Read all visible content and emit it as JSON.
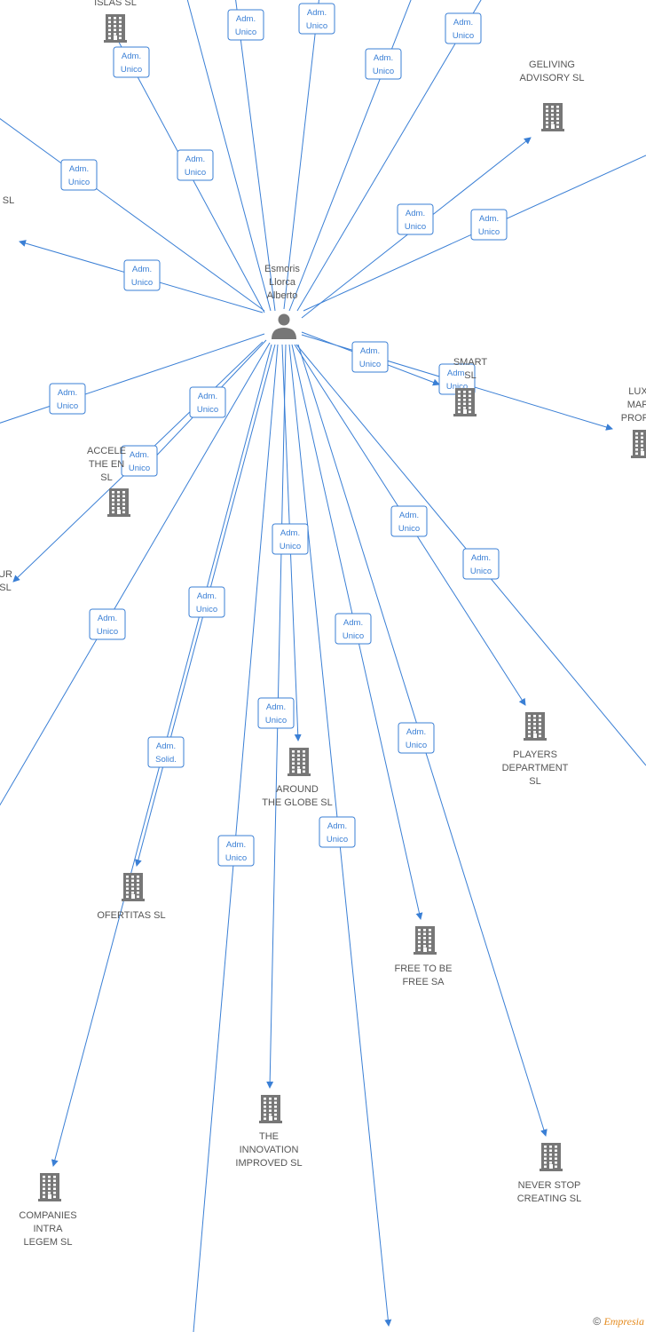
{
  "center": {
    "lines": [
      "Esmoris",
      "Llorca",
      "Alberto"
    ]
  },
  "companies": [
    {
      "id": "islas",
      "lines": [
        "ISLAS SL"
      ]
    },
    {
      "id": "geliving",
      "lines": [
        "GELIVING",
        "ADVISORY SL"
      ]
    },
    {
      "id": "r-sl",
      "lines": [
        "R SL"
      ]
    },
    {
      "id": "smart",
      "lines": [
        "SMART",
        "SL"
      ]
    },
    {
      "id": "lux",
      "lines": [
        "LUX",
        "MAR",
        "PROPE"
      ]
    },
    {
      "id": "accele",
      "lines": [
        "ACCELE",
        "THE EN",
        "SL"
      ]
    },
    {
      "id": "ur-sl",
      "lines": [
        "UR",
        "SL"
      ]
    },
    {
      "id": "players",
      "lines": [
        "PLAYERS",
        "DEPARTMENT",
        "SL"
      ]
    },
    {
      "id": "around",
      "lines": [
        "AROUND",
        "THE GLOBE SL"
      ]
    },
    {
      "id": "ofertitas",
      "lines": [
        "OFERTITAS SL"
      ]
    },
    {
      "id": "free",
      "lines": [
        "FREE TO BE",
        "FREE SA"
      ]
    },
    {
      "id": "innovation",
      "lines": [
        "THE",
        "INNOVATION",
        "IMPROVED SL"
      ]
    },
    {
      "id": "never",
      "lines": [
        "NEVER STOP",
        "CREATING SL"
      ]
    },
    {
      "id": "companies",
      "lines": [
        "COMPANIES",
        "INTRA",
        "LEGEM SL"
      ]
    }
  ],
  "edge_labels": [
    [
      "Adm.",
      "Unico"
    ],
    [
      "Adm.",
      "Unico"
    ],
    [
      "Adm.",
      "Unico"
    ],
    [
      "Adm.",
      "Unico"
    ],
    [
      "Adm.",
      "Unico"
    ],
    [
      "Adm.",
      "Unico"
    ],
    [
      "Adm.",
      "Unico"
    ],
    [
      "Adm.",
      "Unico"
    ],
    [
      "Adm.",
      "Unico"
    ],
    [
      "Adm.",
      "Unico"
    ],
    [
      "Adm.",
      "Unico"
    ],
    [
      "Adm.",
      "Unico"
    ],
    [
      "Adm.",
      "Unico"
    ],
    [
      "Adm.",
      "Unico"
    ],
    [
      "Adm.",
      "Unico"
    ],
    [
      "Adm.",
      "Unico"
    ],
    [
      "Adm.",
      "Unico"
    ],
    [
      "Adm.",
      "Unico"
    ],
    [
      "Adm.",
      "Unico"
    ],
    [
      "Adm.",
      "Unico"
    ],
    [
      "Adm.",
      "Unico"
    ],
    [
      "Adm.",
      "Solid."
    ],
    [
      "Adm.",
      "Unico"
    ],
    [
      "Adm.",
      "Unico"
    ],
    [
      "Adm.",
      "Unico"
    ]
  ],
  "footer": {
    "copyright": "©",
    "brand": "Empresia"
  },
  "colors": {
    "edge": "#3a7fd5",
    "icon": "#777777",
    "label": "#555555",
    "brand": "#e58b1e"
  }
}
